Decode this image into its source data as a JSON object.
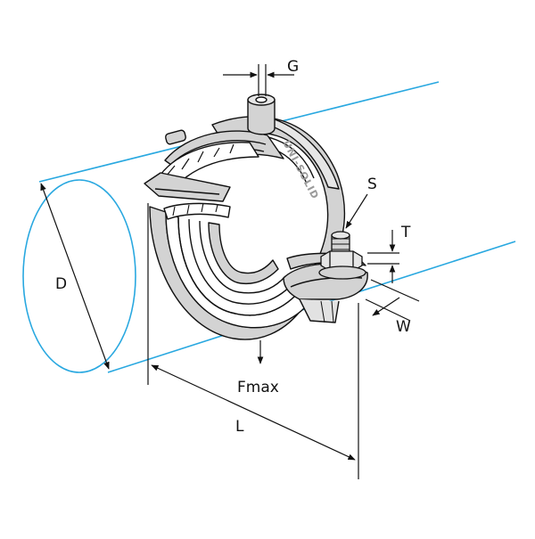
{
  "figure": {
    "brand_text": "UNI-SOLID",
    "labels": {
      "G": "G",
      "S": "S",
      "T": "T",
      "D": "D",
      "W": "W",
      "Fmax": "Fmax",
      "L": "L"
    }
  },
  "colors": {
    "pipe_outline": "#29a8e0",
    "metal_fill": "#d3d3d3",
    "liner_fill": "#ffffff",
    "line": "#111111"
  }
}
